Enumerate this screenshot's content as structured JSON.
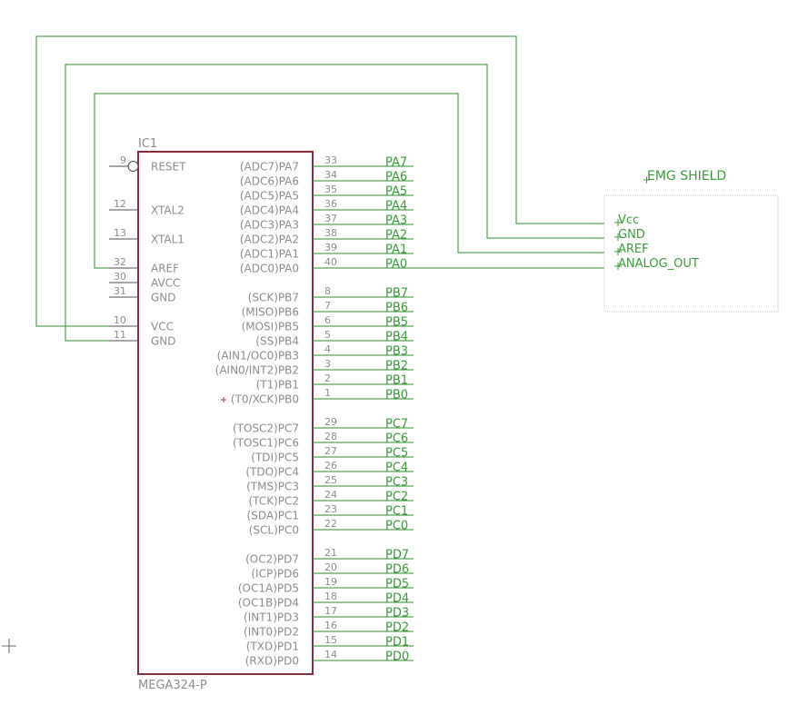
{
  "colors": {
    "background": "#ffffff",
    "part_outline": "#8a2c3c",
    "wire": "#2e8b2e",
    "pin_line": "#4b4b4b",
    "net_label": "#3c9a3c",
    "text_gray": "#8c8c8c",
    "shield_outline": "#c4c4c4"
  },
  "ic": {
    "name": "IC1",
    "value": "MEGA324-P",
    "left_pins": [
      {
        "num": "9",
        "name": "RESET",
        "inverted": true
      },
      {
        "num": "12",
        "name": "XTAL2"
      },
      {
        "num": "13",
        "name": "XTAL1"
      },
      {
        "num": "32",
        "name": "AREF"
      },
      {
        "num": "30",
        "name": "AVCC"
      },
      {
        "num": "31",
        "name": "GND"
      },
      {
        "num": "10",
        "name": "VCC"
      },
      {
        "num": "11",
        "name": "GND"
      }
    ],
    "right_pins": [
      {
        "num": "33",
        "name": "(ADC7)PA7",
        "net": "PA7"
      },
      {
        "num": "34",
        "name": "(ADC6)PA6",
        "net": "PA6"
      },
      {
        "num": "35",
        "name": "(ADC5)PA5",
        "net": "PA5"
      },
      {
        "num": "36",
        "name": "(ADC4)PA4",
        "net": "PA4"
      },
      {
        "num": "37",
        "name": "(ADC3)PA3",
        "net": "PA3"
      },
      {
        "num": "38",
        "name": "(ADC2)PA2",
        "net": "PA2"
      },
      {
        "num": "39",
        "name": "(ADC1)PA1",
        "net": "PA1"
      },
      {
        "num": "40",
        "name": "(ADC0)PA0",
        "net": "PA0"
      },
      {
        "num": "8",
        "name": "(SCK)PB7",
        "net": "PB7"
      },
      {
        "num": "7",
        "name": "(MISO)PB6",
        "net": "PB6"
      },
      {
        "num": "6",
        "name": "(MOSI)PB5",
        "net": "PB5"
      },
      {
        "num": "5",
        "name": "(SS)PB4",
        "net": "PB4"
      },
      {
        "num": "4",
        "name": "(AIN1/OC0)PB3",
        "net": "PB3"
      },
      {
        "num": "3",
        "name": "(AIN0/INT2)PB2",
        "net": "PB2"
      },
      {
        "num": "2",
        "name": "(T1)PB1",
        "net": "PB1"
      },
      {
        "num": "1",
        "name": "(T0/XCK)PB0",
        "net": "PB0"
      },
      {
        "num": "29",
        "name": "(TOSC2)PC7",
        "net": "PC7"
      },
      {
        "num": "28",
        "name": "(TOSC1)PC6",
        "net": "PC6"
      },
      {
        "num": "27",
        "name": "(TDI)PC5",
        "net": "PC5"
      },
      {
        "num": "26",
        "name": "(TDO)PC4",
        "net": "PC4"
      },
      {
        "num": "25",
        "name": "(TMS)PC3",
        "net": "PC3"
      },
      {
        "num": "24",
        "name": "(TCK)PC2",
        "net": "PC2"
      },
      {
        "num": "23",
        "name": "(SDA)PC1",
        "net": "PC1"
      },
      {
        "num": "22",
        "name": "(SCL)PC0",
        "net": "PC0"
      },
      {
        "num": "21",
        "name": "(OC2)PD7",
        "net": "PD7"
      },
      {
        "num": "20",
        "name": "(ICP)PD6",
        "net": "PD6"
      },
      {
        "num": "19",
        "name": "(OC1A)PD5",
        "net": "PD5"
      },
      {
        "num": "18",
        "name": "(OC1B)PD4",
        "net": "PD4"
      },
      {
        "num": "17",
        "name": "(INT1)PD3",
        "net": "PD3"
      },
      {
        "num": "16",
        "name": "(INT0)PD2",
        "net": "PD2"
      },
      {
        "num": "15",
        "name": "(TXD)PD1",
        "net": "PD1"
      },
      {
        "num": "14",
        "name": "(RXD)PD0",
        "net": "PD0"
      }
    ]
  },
  "shield": {
    "name": "EMG SHIELD",
    "pins": [
      "Vcc",
      "GND",
      "AREF",
      "ANALOG_OUT"
    ]
  }
}
